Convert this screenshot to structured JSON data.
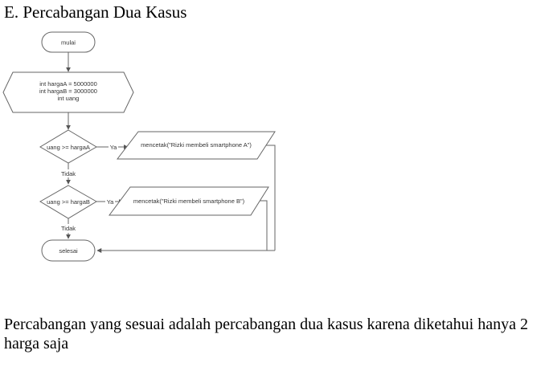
{
  "heading": "E. Percabangan Dua Kasus",
  "flowchart": {
    "start": "mulai",
    "declarations": [
      "int hargaA = 5000000",
      "int hargaB = 3000000",
      "int uang"
    ],
    "decision1": "uang >= hargaA",
    "decision2": "uang >= hargaB",
    "yes_label_1": "Ya",
    "yes_label_2": "Ya",
    "no_label_1": "Tidak",
    "no_label_2": "Tidak",
    "output1": "mencetak(\"Rizki membeli smartphone A\")",
    "output2": "mencetak(\"Rizki membeli smartphone B\")",
    "end": "selesai"
  },
  "paragraph": "Percabangan yang sesuai adalah percabangan dua kasus karena diketahui hanya 2 harga saja"
}
